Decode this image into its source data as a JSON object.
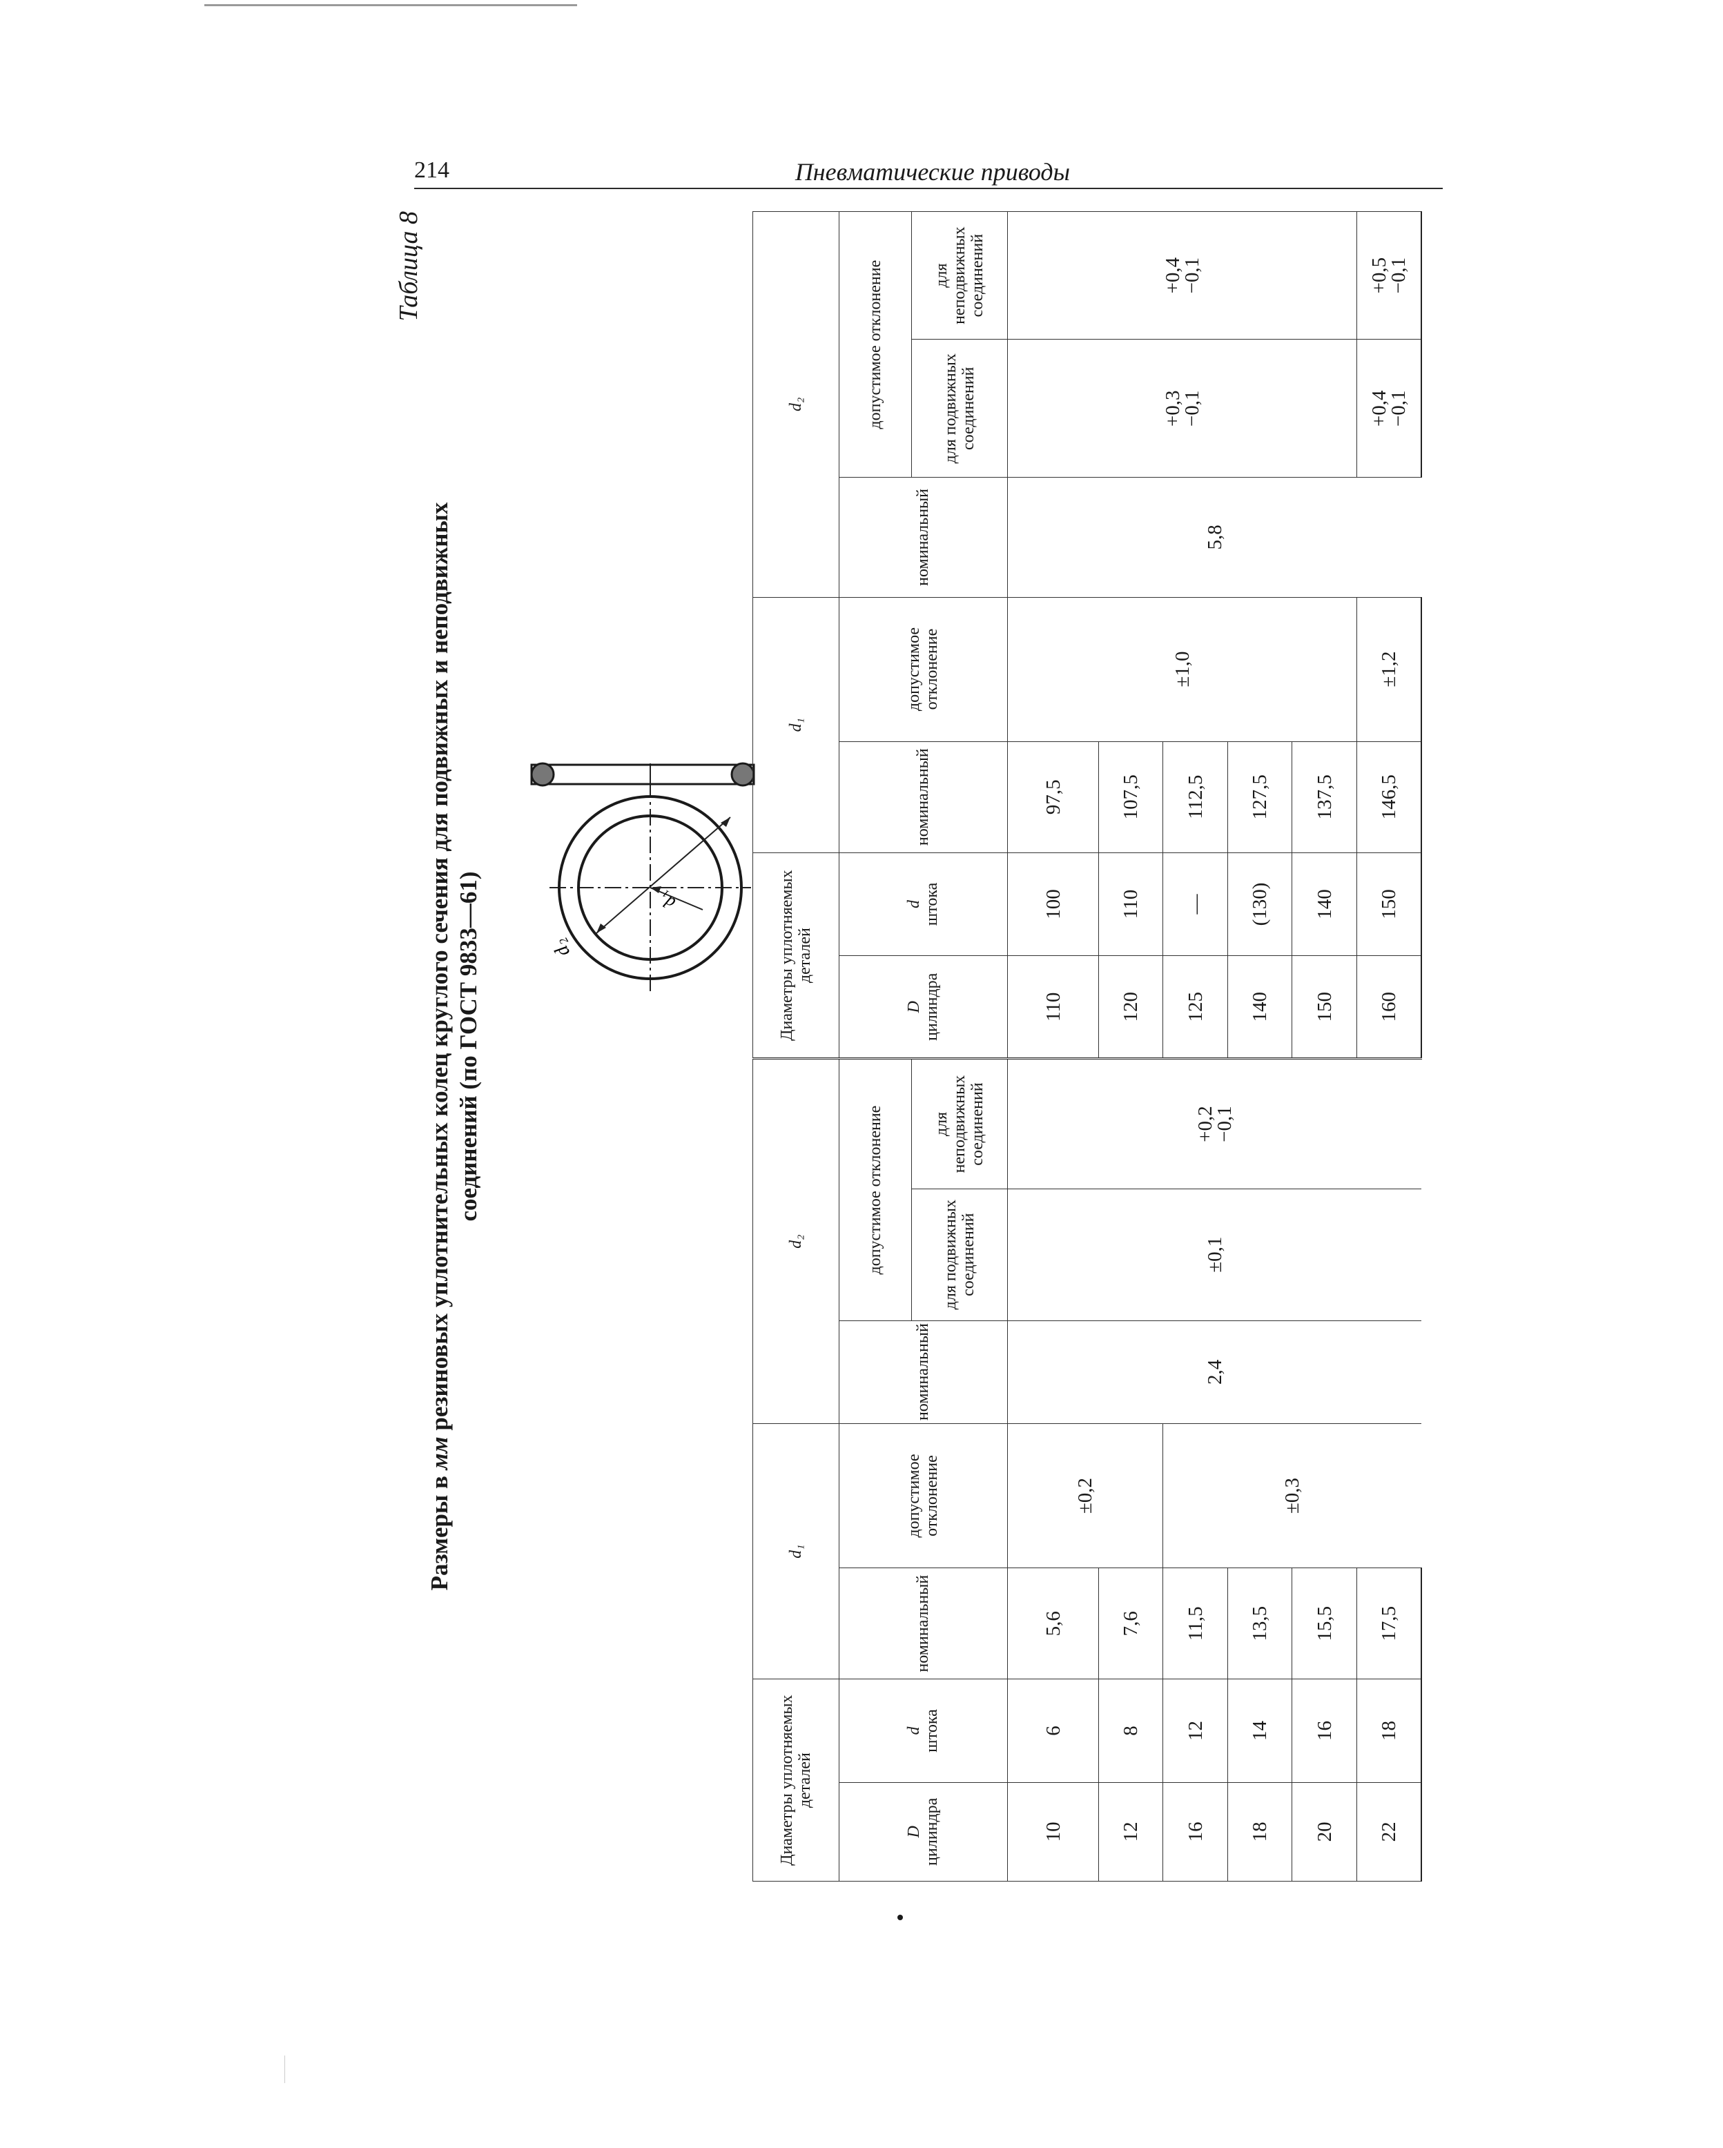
{
  "page": {
    "page_number": "214",
    "running_title": "Пневматические приводы"
  },
  "table": {
    "caption": "Таблица 8",
    "title_prefix": "Размеры в",
    "title_unit": "мм",
    "title_line1_rest": "резиновых уплотнительных колец круглого сечения для подвижных и неподвижных",
    "title_line2": "соединений (по ГОСТ 9833—61)",
    "figure_label_d1": "d₁",
    "figure_label_d2": "d₂",
    "headers": {
      "diameters": "Диаметры уплотняемых деталей",
      "D_letter": "D",
      "D_text": "цилиндра",
      "d_letter": "d",
      "d_text": "штока",
      "d1": "d₁",
      "d2": "d₂",
      "nominal": "номинальный",
      "tolerance": "допустимое отклонение",
      "tolerance_group": "допустимое отклонение",
      "moving": "для подвижных соединений",
      "static": "для неподвижных соединений"
    },
    "left": {
      "rows": [
        {
          "D": "10",
          "d": "6",
          "d1_nom": "5,6"
        },
        {
          "D": "12",
          "d": "8",
          "d1_nom": "7,6"
        },
        {
          "D": "16",
          "d": "12",
          "d1_nom": "11,5"
        },
        {
          "D": "18",
          "d": "14",
          "d1_nom": "13,5"
        },
        {
          "D": "20",
          "d": "16",
          "d1_nom": "15,5"
        },
        {
          "D": "22",
          "d": "18",
          "d1_nom": "17,5"
        }
      ],
      "d1_tol_a": "±0,2",
      "d1_tol_b": "±0,3",
      "d2_nom": "2,4",
      "d2_moving": "±0,1",
      "d2_static_plus": "+0,2",
      "d2_static_minus": "−0,1"
    },
    "right": {
      "rows": [
        {
          "D": "110",
          "d": "100",
          "d1_nom": "97,5"
        },
        {
          "D": "120",
          "d": "110",
          "d1_nom": "107,5"
        },
        {
          "D": "125",
          "d": "—",
          "d1_nom": "112,5"
        },
        {
          "D": "140",
          "d": "(130)",
          "d1_nom": "127,5"
        },
        {
          "D": "150",
          "d": "140",
          "d1_nom": "137,5"
        },
        {
          "D": "160",
          "d": "150",
          "d1_nom": "146,5"
        }
      ],
      "d1_tol_a": "±1,0",
      "d1_tol_b": "±1,2",
      "d2_nom": "5,8",
      "d2_moving_a_plus": "+0,3",
      "d2_moving_a_minus": "−0,1",
      "d2_static_a_plus": "+0,4",
      "d2_static_a_minus": "−0,1",
      "d2_moving_b_plus": "+0,4",
      "d2_moving_b_minus": "−0,1",
      "d2_static_b_plus": "+0,5",
      "d2_static_b_minus": "−0,1"
    }
  }
}
